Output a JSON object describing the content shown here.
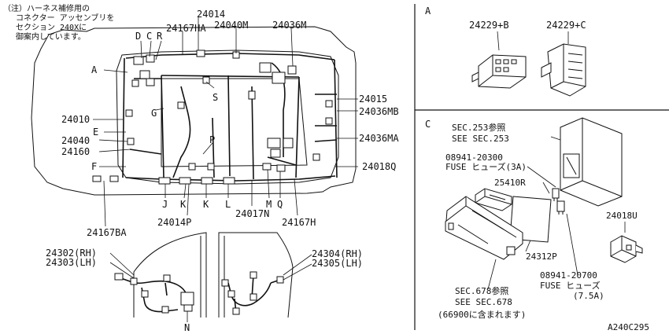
{
  "note": {
    "line1": "（注）ハーネス補修用の",
    "line2": "コネクター アッセンブリを",
    "line3": "セクション 240Xに",
    "line4": "御案内しています。"
  },
  "main_labels": {
    "p24014": "24014",
    "p24167HA": "24167HA",
    "p24040M": "24040M",
    "p24036M": "24036M",
    "p24015": "24015",
    "p24036MB": "24036MB",
    "p24036MA": "24036MA",
    "p24018Q": "24018Q",
    "p24010": "24010",
    "p24040": "24040",
    "p24160": "24160",
    "p24167BA": "24167BA",
    "p24014P": "24014P",
    "p24017N": "24017N",
    "p24167H": "24167H"
  },
  "letters": {
    "A": "A",
    "D": "D",
    "C": "C",
    "R": "R",
    "S": "S",
    "G": "G",
    "E": "E",
    "P": "P",
    "F": "F",
    "J": "J",
    "K1": "K",
    "K2": "K",
    "L": "L",
    "M": "M",
    "Q": "Q",
    "N": "N"
  },
  "door_labels": {
    "left_rh": "24302(RH)",
    "left_lh": "24303(LH)",
    "right_rh": "24304(RH)",
    "right_lh": "24305(LH)"
  },
  "section_a": {
    "title": "A",
    "part_b": "24229+B",
    "part_c": "24229+C"
  },
  "section_c": {
    "title": "C",
    "sec253_jp": "SEC.253参照",
    "sec253_en": "SEE SEC.253",
    "fuse3a_pn": "08941-20300",
    "fuse3a_desc": "FUSE ヒューズ(3A)",
    "p25410R": "25410R",
    "p24018U": "24018U",
    "p24312P": "24312P",
    "fuse75_pn": "08941-20700",
    "fuse75_desc": "FUSE ヒューズ",
    "fuse75_amp": "(7.5A)",
    "sec678_jp": "SEC.678参照",
    "sec678_en": "SEE SEC.678",
    "included": "(66900に含まれます)"
  },
  "diagram_code": "A240C295",
  "colors": {
    "ink": "#111111",
    "paper": "#ffffff"
  }
}
